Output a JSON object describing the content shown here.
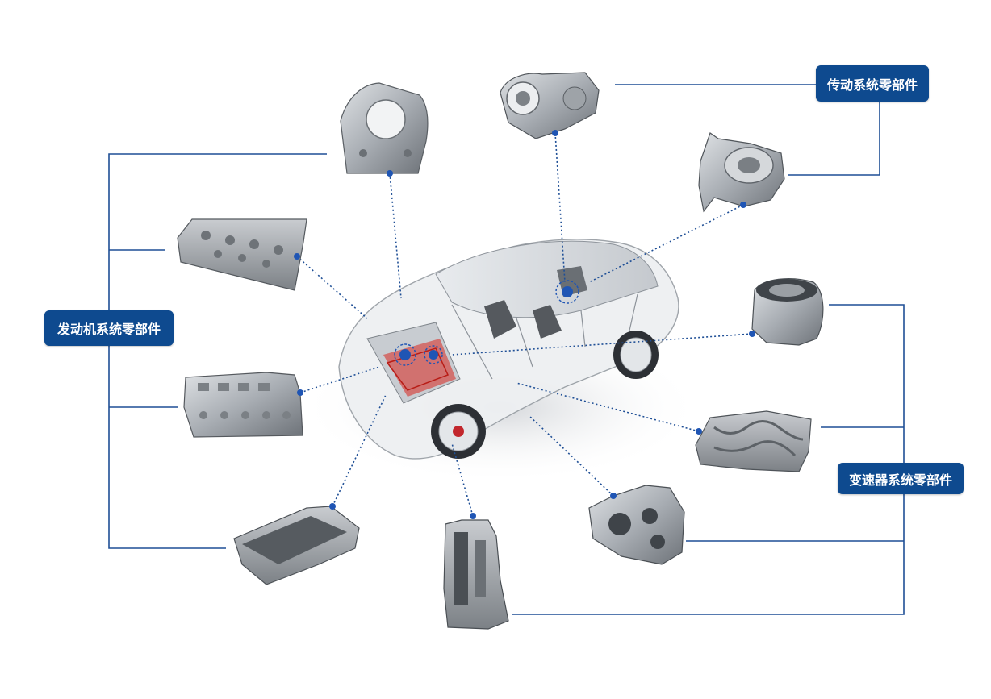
{
  "labels": {
    "engine": "发动机系统零部件",
    "drive": "传动系统零部件",
    "gearbox": "变速器系统零部件"
  },
  "colors": {
    "badge": "#0e4a8f",
    "line": "#1f4f96",
    "dot": "#1f55b4",
    "part_metal": "#a9adb2",
    "part_dark": "#5c6166",
    "car_body": "#d9dde2",
    "engine_red": "#d8261f"
  },
  "icons": {
    "engine_parts": [
      "timing-cover-icon",
      "cylinder-head-icon",
      "valve-cover-icon",
      "oil-pan-icon"
    ],
    "drive_parts": [
      "transfer-case-icon",
      "differential-housing-icon"
    ],
    "gearbox_parts": [
      "clutch-drum-icon",
      "valve-body-icon",
      "transmission-case-icon",
      "gearbox-housing-icon"
    ],
    "center": "transparent-car-icon"
  }
}
